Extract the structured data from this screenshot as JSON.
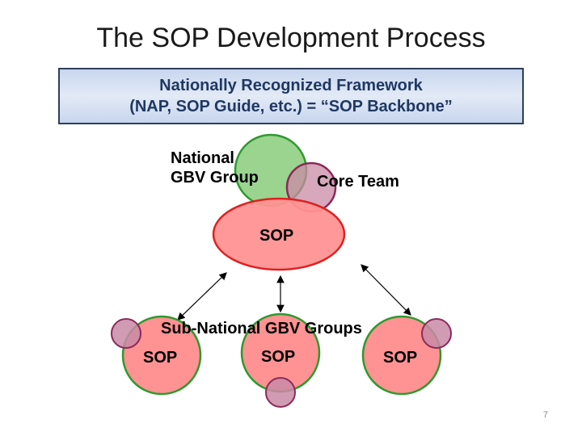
{
  "slide": {
    "title": "The SOP Development Process",
    "page_number": "7"
  },
  "banner": {
    "line1": "Nationally Recognized Framework",
    "line2": "(NAP, SOP Guide, etc.) = “SOP Backbone”"
  },
  "diagram": {
    "national_group_line1": "National",
    "national_group_line2": "GBV Group",
    "core_team": "Core Team",
    "central_sop": "SOP",
    "sub_national_label": "Sub-National GBV Groups",
    "sub_sops": [
      "SOP",
      "SOP",
      "SOP"
    ]
  },
  "colors": {
    "green_fill": "#8fcf83",
    "green_stroke": "#2e9a2e",
    "purple_fill": "#c98aa6",
    "purple_stroke": "#8b2a5a",
    "sop_fill": "#ff9292",
    "sop_stroke": "#e02020",
    "sub_sop_stroke": "#2e9a2e",
    "banner_text": "#1f3864"
  }
}
